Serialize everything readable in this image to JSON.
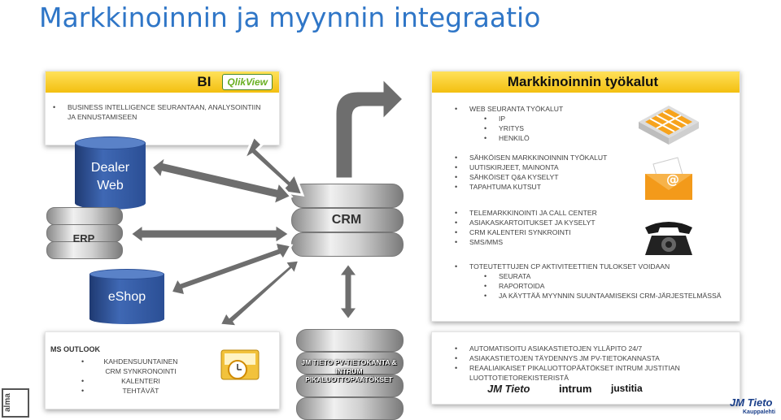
{
  "title": "Markkinoinnin ja myynnin integraatio",
  "bi_panel": {
    "header": "BI",
    "logo_text": "QlikView",
    "items": [
      "BUSINESS INTELLIGENCE SEURANTAAN, ANALYSOINTIIN",
      "JA ENNUSTAMISEEN"
    ]
  },
  "tools_panel": {
    "header": "Markkinoinnin työkalut",
    "group1": [
      "WEB SEURANTA TYÖKALUT",
      "IP",
      "YRITYS",
      "HENKILÖ"
    ],
    "group2": [
      "SÄHKÖISEN MARKKINOINNIN TYÖKALUT",
      "UUTISKIRJEET, MAINONTA",
      "SÄHKÖISET Q&A KYSELYT",
      "TAPAHTUMA KUTSUT"
    ],
    "group3": [
      "TELEMARKKINOINTI JA CALL CENTER",
      "ASIAKASKARTOITUKSET JA KYSELYT",
      "CRM KALENTERI SYNKROINTI",
      "SMS/MMS"
    ],
    "group4": [
      "TOTEUTETTUJEN CP AKTIVITEETTIEN TULOKSET VOIDAAN",
      "SEURATA",
      "RAPORTOIDA",
      "JA KÄYTTÄÄ MYYNNIN SUUNTAAMISEKSI CRM-JÄRJESTELMÄSSÄ"
    ]
  },
  "nodes": {
    "dealer_web": [
      "Dealer",
      "Web"
    ],
    "erp": "ERP",
    "crm": "CRM",
    "eshop": "eShop",
    "jm_db": [
      "JM TIETO PV-TIETOKANTA &",
      "INTRUM PIKALUOTTOPÄÄTÖKSET"
    ]
  },
  "outlook_panel": {
    "header": "MS OUTLOOK",
    "items": [
      "KAHDENSUUNTAINEN",
      "CRM SYNKRONOINTI",
      "KALENTERI",
      "TEHTÄVÄT"
    ]
  },
  "auto_panel": {
    "items": [
      "AUTOMATISOITU ASIAKASTIETOJEN YLLÄPITO 24/7",
      "ASIAKASTIETOJEN TÄYDENNYS JM PV-TIETOKANNASTA",
      "REAALIAIKAISET PIKALUOTTOPÄÄTÖKSET INTRUM JUSTITIAN",
      "LUOTTOTIETOREKISTERISTÄ"
    ],
    "logos": [
      "JM Tieto",
      "intrum",
      "justitia"
    ]
  },
  "corner": {
    "left_logo": "alma",
    "right_logo": "JM Tieto",
    "right_sub": "Kauppalehti"
  },
  "colors": {
    "title": "#2f76c7",
    "gold": "#f3bf10",
    "db_blue": "#2b4f95"
  }
}
